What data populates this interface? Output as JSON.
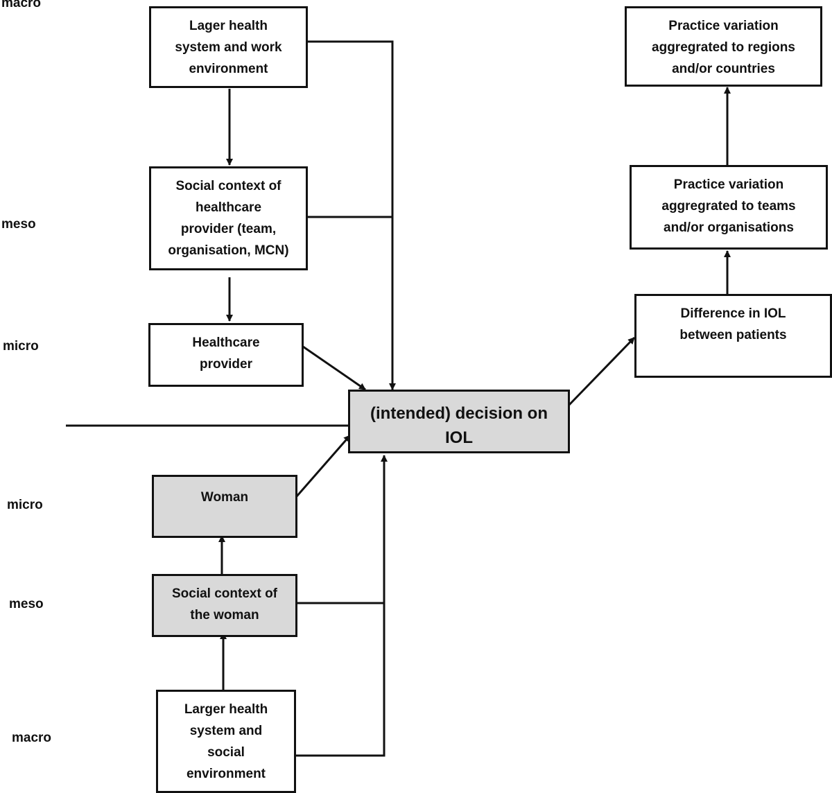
{
  "levels": {
    "top_macro": "macro",
    "top_meso": "meso",
    "top_micro": "micro",
    "bottom_micro": "micro",
    "bottom_meso": "meso",
    "bottom_macro": "macro"
  },
  "boxes": {
    "lager_health_system": "Lager health\nsystem and work\nenvironment",
    "social_context_provider": "Social context of\nhealthcare\nprovider (team,\norganisation, MCN)",
    "healthcare_provider": "Healthcare\nprovider",
    "decision": "(intended) decision on\nIOL",
    "woman": "Woman",
    "social_context_woman": "Social context of\nthe woman",
    "larger_health_system": "Larger health\nsystem and\nsocial\nenvironment",
    "difference_iol": "Difference in IOL\nbetween patients",
    "variation_teams": "Practice variation\naggregrated to teams\nand/or organisations",
    "variation_regions": "Practice variation\naggregrated to regions\nand/or countries"
  },
  "colors": {
    "line": "#111111",
    "box_fill": "#ffffff",
    "highlight_fill": "#d9d9d9"
  }
}
